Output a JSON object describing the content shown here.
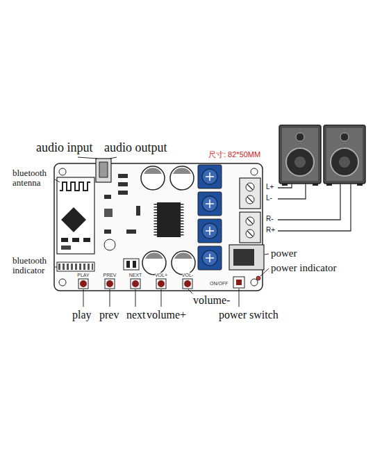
{
  "diagram": {
    "labels": [
      "audio input",
      "audio output",
      "尺寸: 82*50MM",
      "bluetooth antenna",
      "L+",
      "L-",
      "R-",
      "R+",
      "power",
      "power indicator",
      "bluetooth indicator",
      "PLAY",
      "PREV",
      "NEXT",
      "VOL+",
      "VOL-",
      "ON/OFF",
      "volume-",
      "play",
      "prev",
      "next",
      "volume+",
      "power switch"
    ]
  }
}
